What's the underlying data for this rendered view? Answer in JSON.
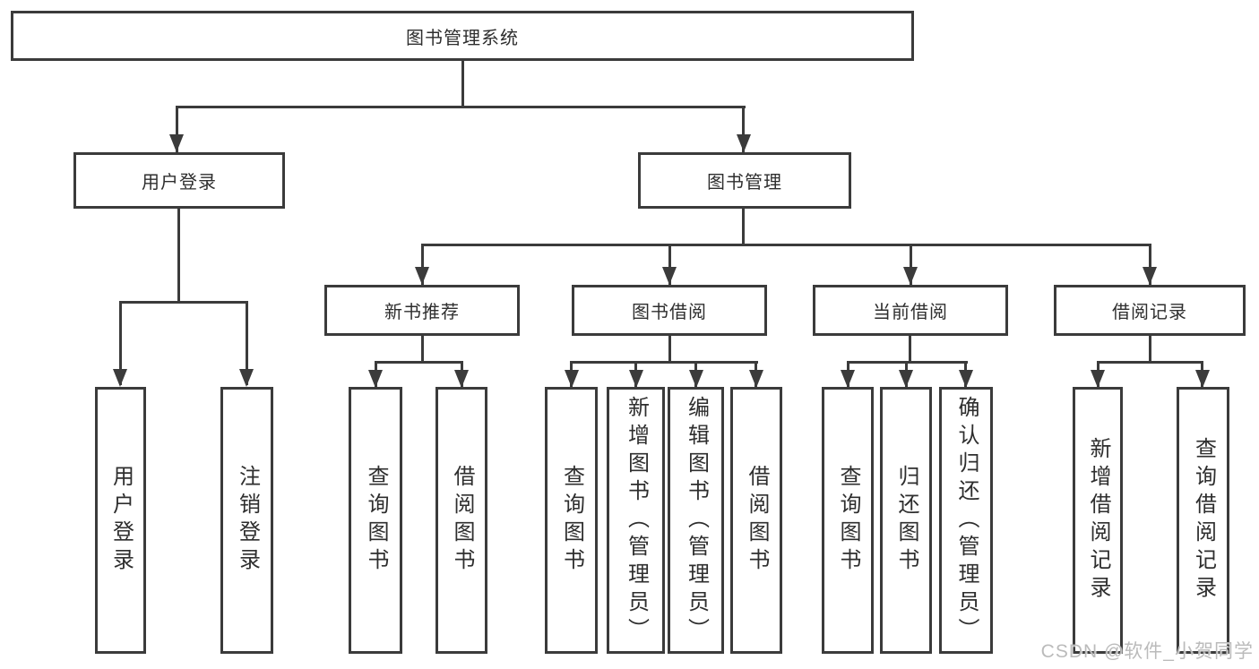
{
  "tree": {
    "label": "图书管理系统",
    "children": [
      {
        "label": "用户登录",
        "children": [
          {
            "label": "用户登录"
          },
          {
            "label": "注销登录"
          }
        ]
      },
      {
        "label": "图书管理",
        "children": [
          {
            "label": "新书推荐",
            "children": [
              {
                "label": "查询图书"
              },
              {
                "label": "借阅图书"
              }
            ]
          },
          {
            "label": "图书借阅",
            "children": [
              {
                "label": "查询图书"
              },
              {
                "label": "新增图书（管理员）"
              },
              {
                "label": "编辑图书（管理员）"
              },
              {
                "label": "借阅图书"
              }
            ]
          },
          {
            "label": "当前借阅",
            "children": [
              {
                "label": "查询图书"
              },
              {
                "label": "归还图书"
              },
              {
                "label": "确认归还（管理员）"
              }
            ]
          },
          {
            "label": "借阅记录",
            "children": [
              {
                "label": "新增借阅记录"
              },
              {
                "label": "查询借阅记录"
              }
            ]
          }
        ]
      }
    ]
  },
  "watermark": {
    "text": "CSDN @软件_小贺同学"
  },
  "colors": {
    "line": "#3b3b3b",
    "text": "#2e2e2e",
    "watermark": "#b7b7b7",
    "background": "#ffffff"
  }
}
